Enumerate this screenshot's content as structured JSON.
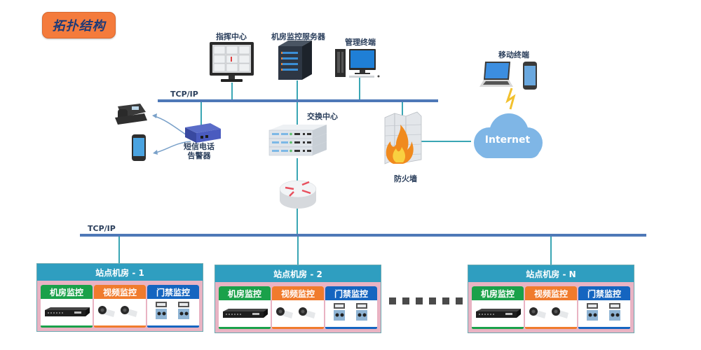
{
  "title": "拓扑结构",
  "network": {
    "upper_bus_label": "TCP/IP",
    "lower_bus_label": "TCP/IP"
  },
  "nodes": {
    "command_center": "指挥中心",
    "monitor_server": "机房监控服务器",
    "management_terminal": "管理终端",
    "mobile_terminal": "移动终端",
    "sms_alarm": "短信电话\n告警器",
    "sms_alarm_line1": "短信电话",
    "sms_alarm_line2": "告警器",
    "switch_center": "交换中心",
    "firewall": "防火墙",
    "internet": "Internet"
  },
  "sites": [
    {
      "name": "站点机房 - 1",
      "modules": [
        "机房监控",
        "视频监控",
        "门禁监控"
      ]
    },
    {
      "name": "站点机房 - 2",
      "modules": [
        "机房监控",
        "视频监控",
        "门禁监控"
      ]
    },
    {
      "name": "站点机房 - N",
      "modules": [
        "机房监控",
        "视频监控",
        "门禁监控"
      ]
    }
  ],
  "colors": {
    "title_bg": "#f47b3c",
    "bus": "#4e78b7",
    "link": "#3aa6b4",
    "site_header": "#2f9ec0",
    "room_monitor": "#1aa14a",
    "video_monitor": "#f07b2d",
    "access_monitor": "#1565c0",
    "cloud": "#7fb6e6"
  }
}
